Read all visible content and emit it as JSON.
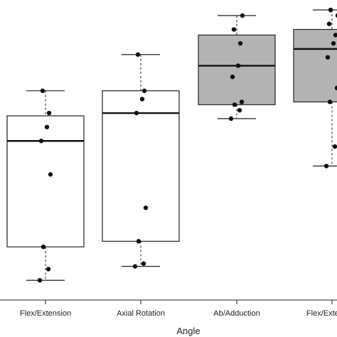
{
  "chart_data": {
    "type": "box",
    "xlabel": "Angle",
    "ylabel": "",
    "title": "",
    "ylim": [
      0,
      100
    ],
    "categories": [
      "Flex/Extension",
      "Axial Rotation",
      "Ab/Adduction",
      "Flex/Extension"
    ],
    "boxes": [
      {
        "category": "Flex/Extension",
        "fill": "#ffffff",
        "whisker_low": 3,
        "q1": 15,
        "median": 53,
        "q3": 62,
        "whisker_high": 71,
        "points": [
          3,
          7,
          15,
          41,
          53,
          58,
          63,
          71
        ]
      },
      {
        "category": "Axial Rotation",
        "fill": "#ffffff",
        "whisker_low": 8,
        "q1": 17,
        "median": 63,
        "q3": 71,
        "whisker_high": 84,
        "points": [
          8,
          9,
          17,
          29,
          63,
          68,
          71,
          84
        ]
      },
      {
        "category": "Ab/Adduction",
        "fill": "#b3b3b3",
        "whisker_low": 61,
        "q1": 66,
        "median": 80,
        "q3": 91,
        "whisker_high": 98,
        "points": [
          61,
          64,
          66,
          67,
          76,
          80,
          88,
          93,
          98
        ]
      },
      {
        "category": "Flex/Extension",
        "fill": "#b3b3b3",
        "whisker_low": 44,
        "q1": 67,
        "median": 86,
        "q3": 93,
        "whisker_high": 100,
        "points": [
          44,
          51,
          67,
          72,
          83,
          88,
          91,
          95,
          98,
          100
        ]
      }
    ]
  }
}
